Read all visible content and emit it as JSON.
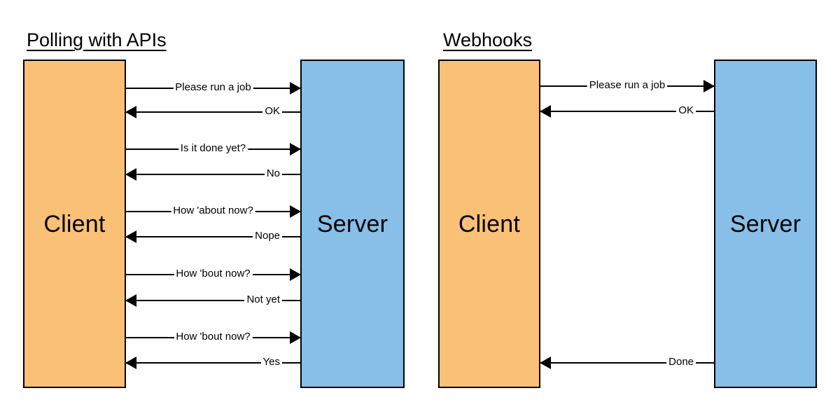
{
  "diagram": {
    "title_left": "Polling with APIs",
    "title_right": "Webhooks",
    "colors": {
      "client_fill": "#FAC176",
      "server_fill": "#87BFE8",
      "stroke": "#000000",
      "background": "#FFFFFF",
      "text": "#000000"
    },
    "panels": [
      {
        "id": "polling",
        "title": "Polling with APIs",
        "left_actor": "Client",
        "right_actor": "Server",
        "messages": [
          {
            "label": "Please run a job",
            "direction": "to-right",
            "align": "center"
          },
          {
            "label": "OK",
            "direction": "to-left",
            "align": "right"
          },
          {
            "label": "Is it done yet?",
            "direction": "to-right",
            "align": "center"
          },
          {
            "label": "No",
            "direction": "to-left",
            "align": "right"
          },
          {
            "label": "How 'about now?",
            "direction": "to-right",
            "align": "center"
          },
          {
            "label": "Nope",
            "direction": "to-left",
            "align": "right"
          },
          {
            "label": "How 'bout now?",
            "direction": "to-right",
            "align": "center"
          },
          {
            "label": "Not yet",
            "direction": "to-left",
            "align": "right"
          },
          {
            "label": "How 'bout now?",
            "direction": "to-right",
            "align": "center"
          },
          {
            "label": "Yes",
            "direction": "to-left",
            "align": "right"
          }
        ]
      },
      {
        "id": "webhooks",
        "title": "Webhooks",
        "left_actor": "Client",
        "right_actor": "Server",
        "messages": [
          {
            "label": "Please run a job",
            "direction": "to-right",
            "align": "center"
          },
          {
            "label": "OK",
            "direction": "to-left",
            "align": "right"
          },
          {
            "label": "Done",
            "direction": "to-left",
            "align": "right"
          }
        ]
      }
    ]
  }
}
